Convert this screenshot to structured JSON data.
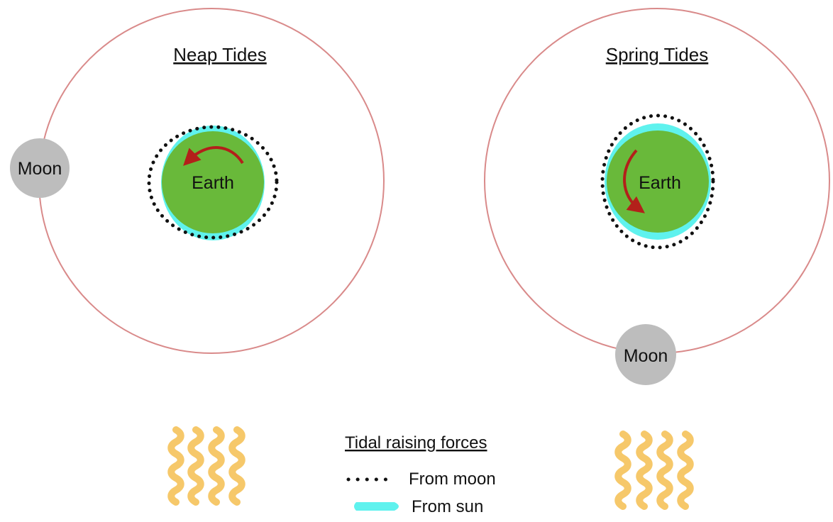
{
  "neap": {
    "title": "Neap Tides",
    "earth_label": "Earth",
    "moon_label": "Moon"
  },
  "spring": {
    "title": "Spring Tides",
    "earth_label": "Earth",
    "moon_label": "Moon"
  },
  "legend": {
    "title": "Tidal raising forces",
    "moon_item": "From moon",
    "sun_item": "From sun"
  },
  "colors": {
    "orbit": "#d98a8a",
    "earth": "#69b93a",
    "sun_bulge": "#5ff2ee",
    "moon": "#bdbdbd",
    "arrow": "#b3201a",
    "sun_rays": "#f6c86a"
  }
}
